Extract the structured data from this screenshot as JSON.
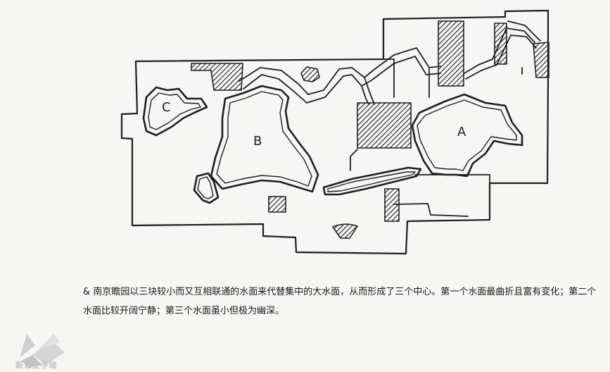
{
  "plan": {
    "labels": {
      "pond_a": "A",
      "pond_b": "B",
      "pond_c": "C"
    }
  },
  "caption": {
    "text": "& 南京瞻园以三块较小而又互相联通的水面来代替集中的大水面，从而形成了三个中心。第一个水面最曲折且富有变化；第二个水面比较开阔宁静；第三个水面虽小但极为幽深。"
  },
  "watermark": {
    "text": "新世立手绘"
  },
  "colors": {
    "ink": "#1e1e1e",
    "paper": "#f6f6f4",
    "watermark": "#c2c2c2"
  }
}
